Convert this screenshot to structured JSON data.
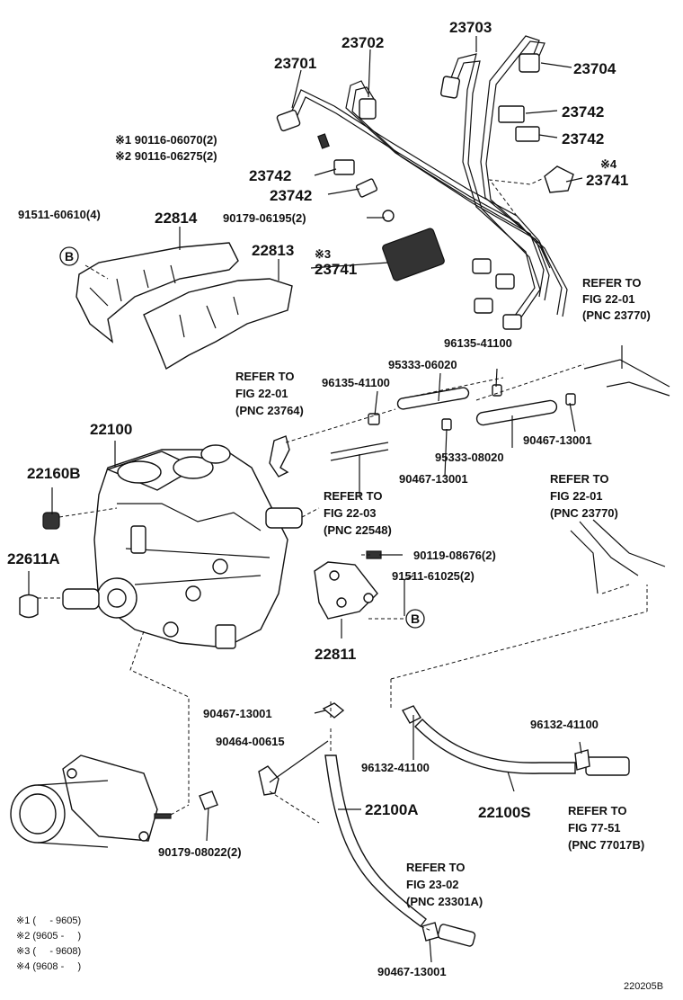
{
  "labels": {
    "p23701": "23701",
    "p23702": "23702",
    "p23703": "23703",
    "p23704": "23704",
    "p23742a": "23742",
    "p23742b": "23742",
    "p23742c": "23742",
    "p23742d": "23742",
    "p23741a": "23741",
    "p23741b": "23741",
    "n90116a": "※1 90116-06070(2)",
    "n90116b": "※2 90116-06275(2)",
    "n91511a": "91511-60610(4)",
    "p22814": "22814",
    "n90179a": "90179-06195(2)",
    "p22813": "22813",
    "note3": "※3",
    "note4": "※4",
    "ref1a": "REFER TO",
    "ref1b": "FIG 22-01",
    "ref1c": "(PNC 23770)",
    "n96135a": "96135-41100",
    "n95333a": "95333-06020",
    "ref2a": "REFER TO",
    "ref2b": "FIG 22-01",
    "ref2c": "(PNC 23764)",
    "n96135b": "96135-41100",
    "p22100": "22100",
    "n90467a": "90467-13001",
    "n95333b": "95333-08020",
    "n90467b": "90467-13001",
    "p22160b": "22160B",
    "ref3a": "REFER TO",
    "ref3b": "FIG 22-03",
    "ref3c": "(PNC 22548)",
    "ref4a": "REFER TO",
    "ref4b": "FIG 22-01",
    "ref4c": "(PNC 23770)",
    "p22611a": "22611A",
    "n90119": "90119-08676(2)",
    "n91511b": "91511-61025(2)",
    "p22811": "22811",
    "n90467c": "90467-13001",
    "n90464": "90464-00615",
    "n96132a": "96132-41100",
    "n96132b": "96132-41100",
    "p22100a": "22100A",
    "p22100s": "22100S",
    "ref5a": "REFER TO",
    "ref5b": "FIG 77-51",
    "ref5c": "(PNC 77017B)",
    "n90179b": "90179-08022(2)",
    "ref6a": "REFER TO",
    "ref6b": "FIG 23-02",
    "ref6c": "(PNC 23301A)",
    "n90467d": "90467-13001",
    "callout_b1": "B",
    "callout_b2": "B",
    "legend1": "※1 (     - 9605)",
    "legend2": "※2 (9605 -     )",
    "legend3": "※3 (     - 9608)",
    "legend4": "※4 (9608 -     )",
    "footer_code": "220205B"
  }
}
